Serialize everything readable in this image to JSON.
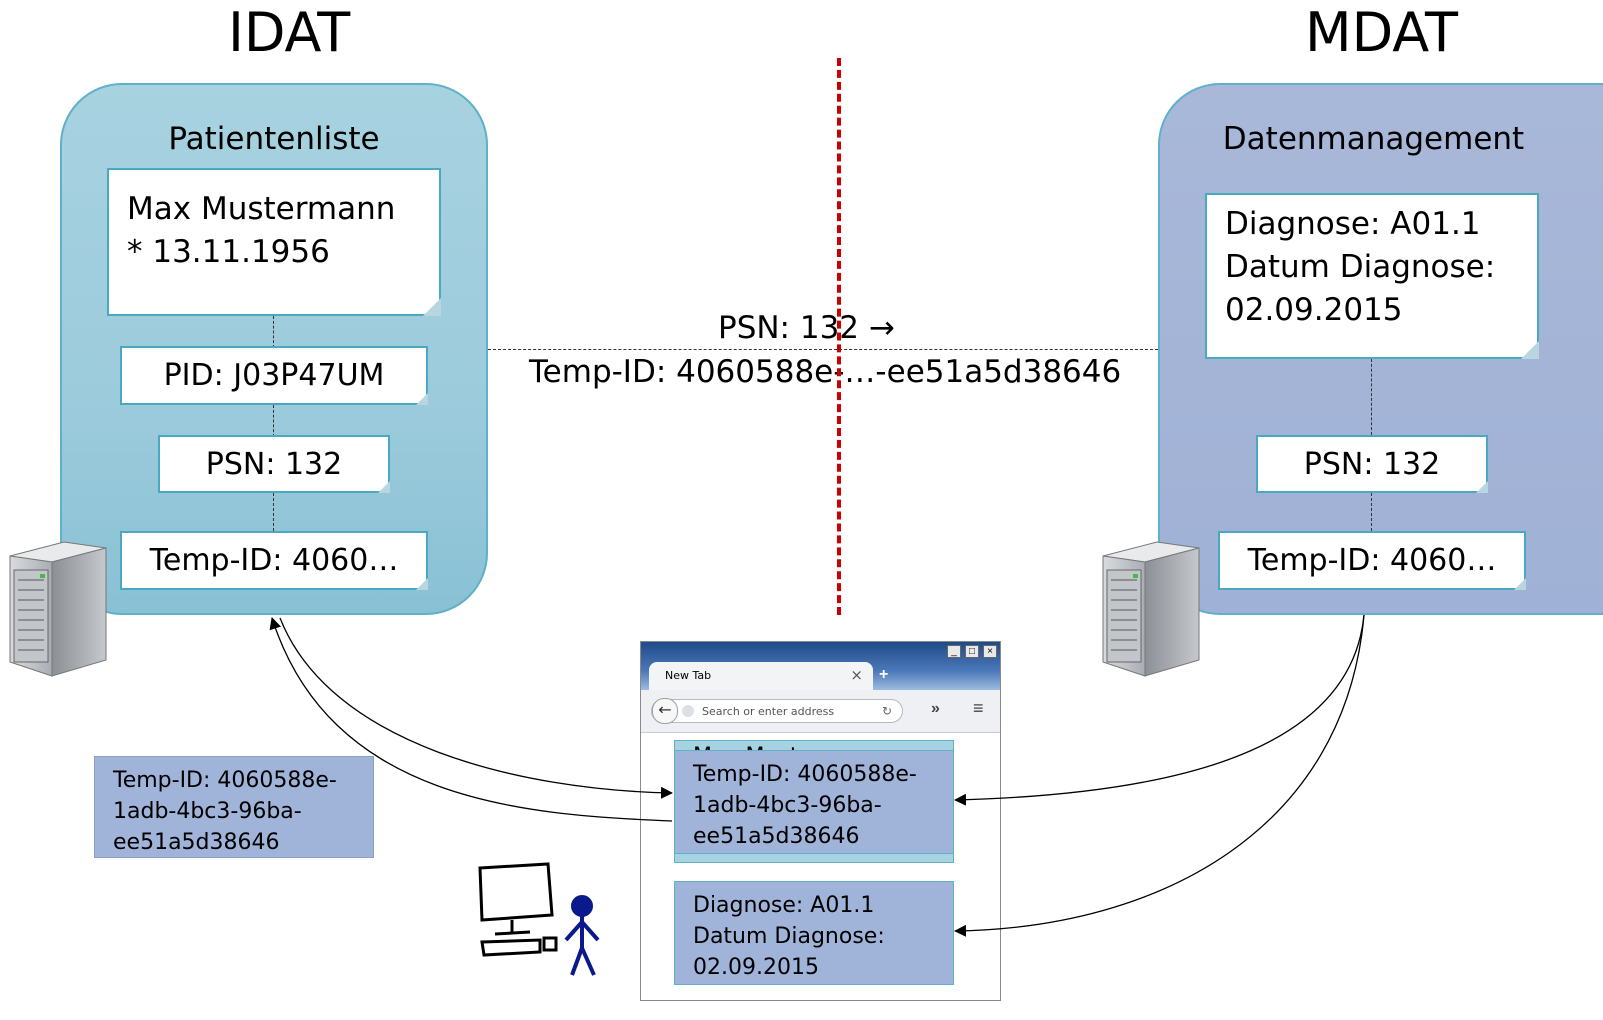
{
  "headings": {
    "left": "IDAT",
    "right": "MDAT"
  },
  "left_panel": {
    "title": "Patientenliste",
    "patient_name": "Max Mustermann",
    "birth": "* 13.11.1956",
    "pid": "PID: J03P47UM",
    "psn": "PSN: 132",
    "temp_id": "Temp-ID: 4060…"
  },
  "right_panel": {
    "title": "Datenmanagement",
    "diagnosis_line1": "Diagnose: A01.1",
    "diagnosis_line2": "Datum Diagnose:",
    "diagnosis_line3": "02.09.2015",
    "psn": "PSN: 132",
    "temp_id": "Temp-ID: 4060…"
  },
  "connection": {
    "psn_label": "PSN: 132 →",
    "temp_label": "Temp-ID: 4060588e-…-ee51a5d38646"
  },
  "client_temp_box": {
    "line1": "Temp-ID: 4060588e-",
    "line2": "1adb-4bc3-96ba-",
    "line3": "ee51a5d38646"
  },
  "browser": {
    "tab_title": "New Tab",
    "url_placeholder": "Search or enter address",
    "hidden_name": "Max Mustermann",
    "temp_line1": "Temp-ID: 4060588e-",
    "temp_line2": "1adb-4bc3-96ba-",
    "temp_line3": "ee51a5d38646",
    "diag_line1": "Diagnose: A01.1",
    "diag_line2": "Datum Diagnose:",
    "diag_line3": "02.09.2015"
  },
  "colors": {
    "idat_panel": "#9ccbdc",
    "mdat_panel": "#9fb1d6",
    "border_teal": "#4aa9c2",
    "divider_red": "#cc0000",
    "user_figure": "#0a1a8c"
  },
  "icons": [
    "server-icon",
    "computer-icon",
    "person-icon",
    "back-arrow-icon",
    "menu-icon"
  ]
}
